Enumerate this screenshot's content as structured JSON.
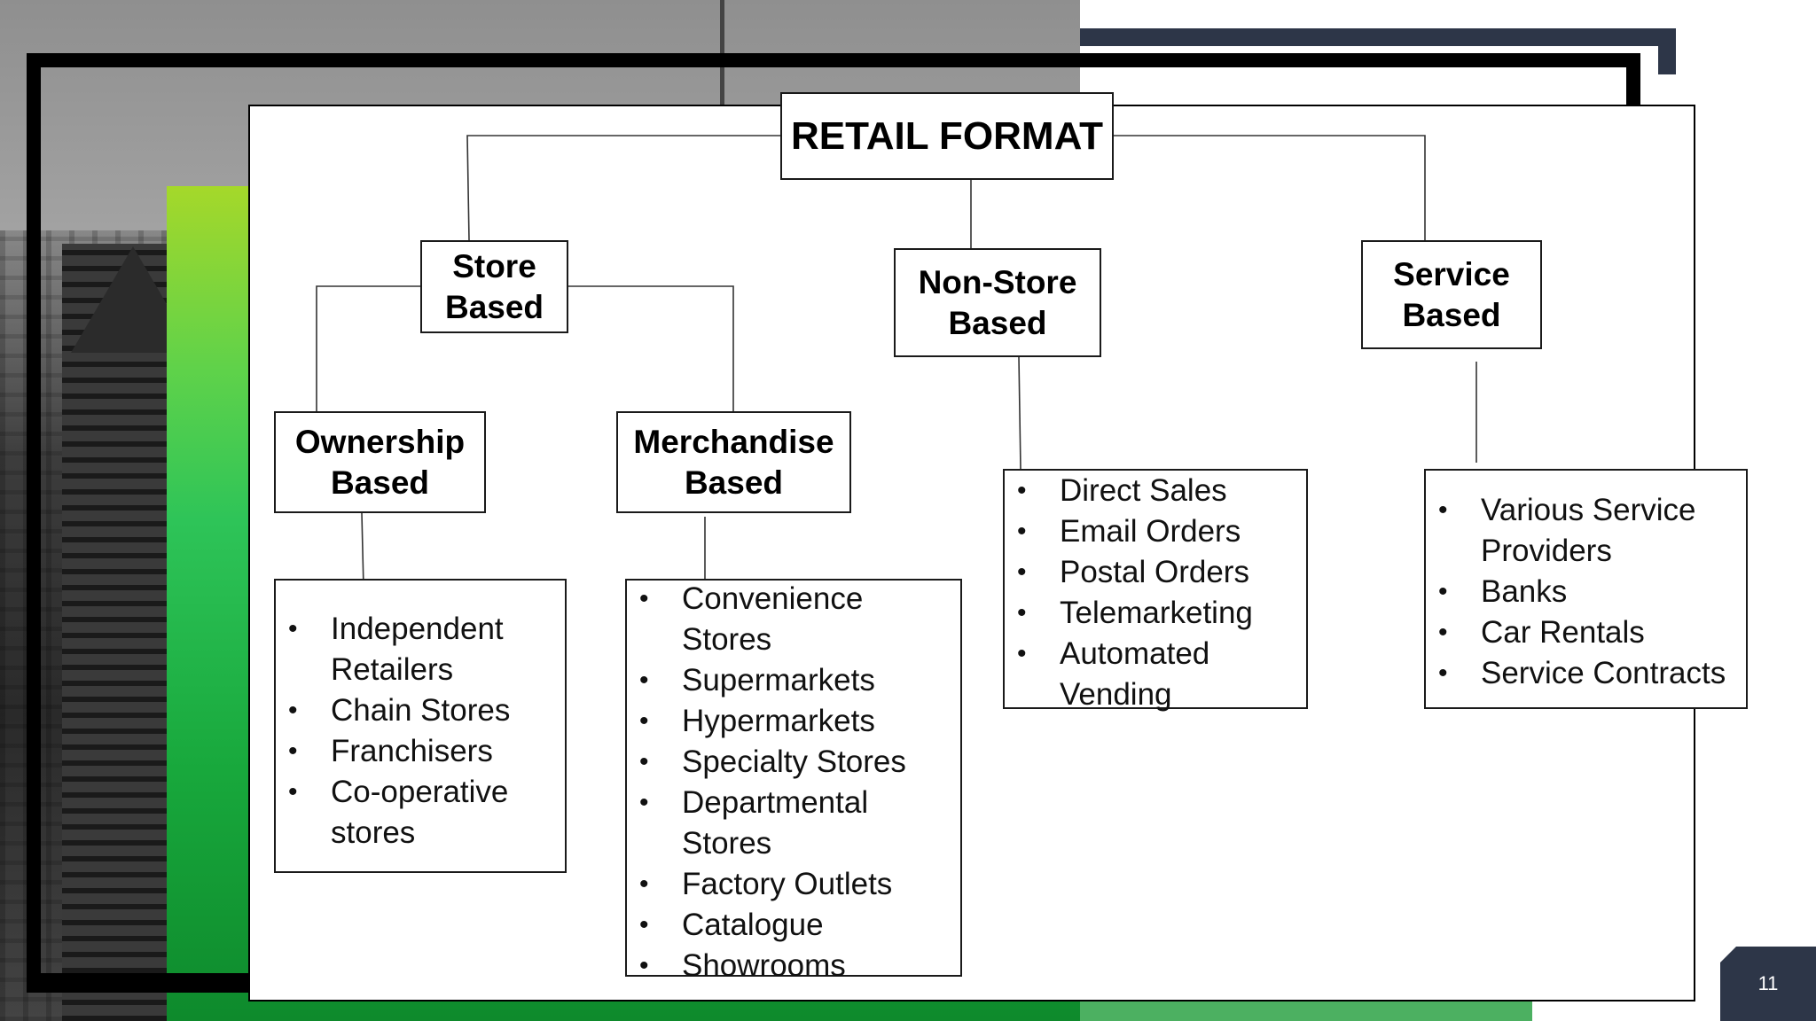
{
  "slide": {
    "page_number": "11"
  },
  "colors": {
    "navy": "#2d3648",
    "green_top": "#a5d82a",
    "green_bottom": "#0e8a2c",
    "frame": "#000000",
    "box_border": "#1a1a1a"
  },
  "diagram": {
    "root": "RETAIL FORMAT",
    "categories": {
      "store_based": "Store\nBased",
      "non_store_based": "Non-Store\nBased",
      "service_based": "Service\nBased"
    },
    "subcategories": {
      "ownership_based": "Ownership\nBased",
      "merchandise_based": "Merchandise\nBased"
    },
    "lists": {
      "ownership": [
        "Independent\nRetailers",
        "Chain Stores",
        "Franchisers",
        "Co-operative\nstores"
      ],
      "merchandise": [
        "Convenience\nStores",
        "Supermarkets",
        "Hypermarkets",
        "Specialty Stores",
        "Departmental\nStores",
        "Factory Outlets",
        "Catalogue",
        "Showrooms"
      ],
      "non_store": [
        "Direct Sales",
        "Email Orders",
        "Postal Orders",
        "Telemarketing",
        "Automated\nVending"
      ],
      "service": [
        "Various Service\nProviders",
        "Banks",
        "Car Rentals",
        "Service Contracts"
      ]
    }
  }
}
